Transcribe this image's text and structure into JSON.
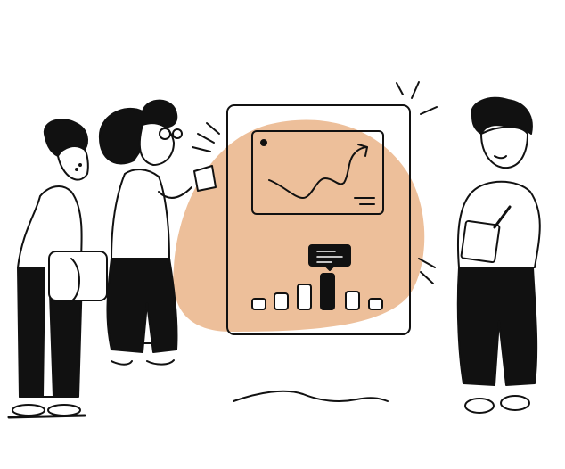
{
  "illustration": {
    "subject": "team-presentation",
    "colors": {
      "accent": "#EDBF9A",
      "ink": "#111111",
      "paper": "#FFFFFF"
    },
    "chart_bars_relative": [
      0.3,
      0.45,
      0.7,
      1.0,
      0.5,
      0.3
    ],
    "highlighted_bar_index": 3
  }
}
